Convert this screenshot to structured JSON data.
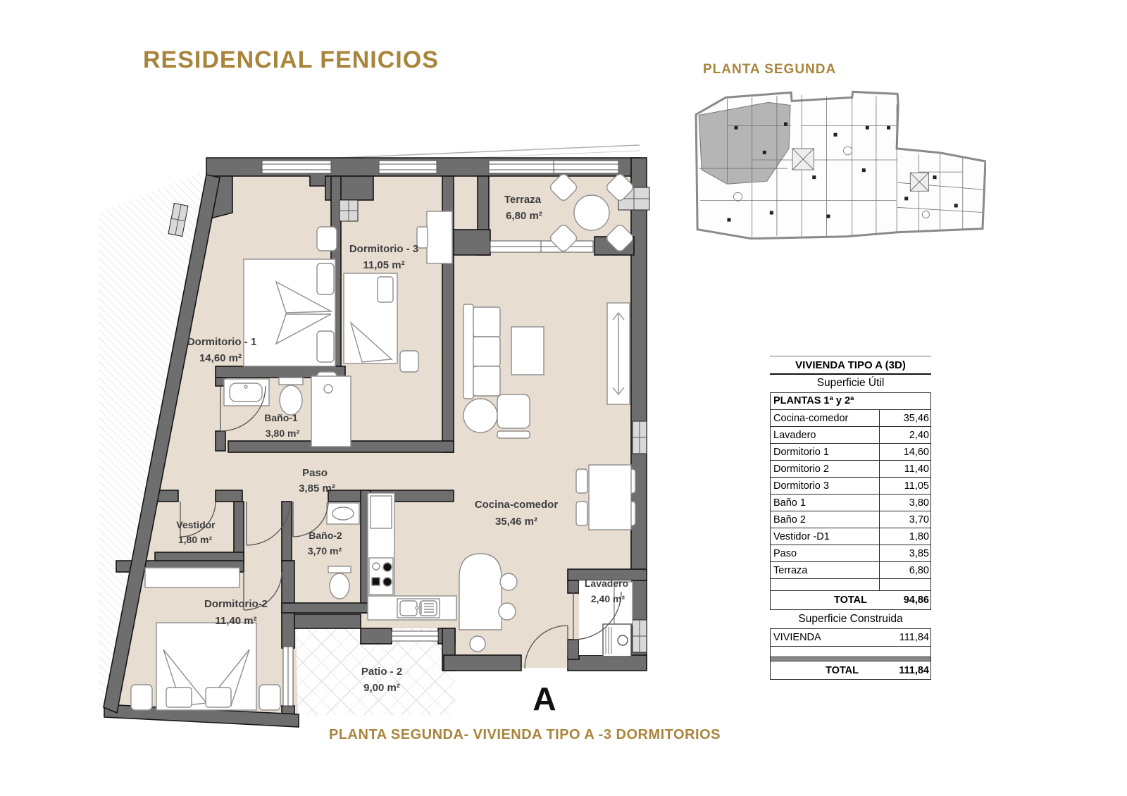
{
  "page": {
    "title": "RESIDENCIAL FENICIOS",
    "plan_label": "PLANTA SEGUNDA",
    "caption": "PLANTA SEGUNDA- VIVIENDA TIPO A -3 DORMITORIOS",
    "entrance_marker": "A",
    "accent_color": "#a9853c"
  },
  "floorplan": {
    "rooms": [
      {
        "id": "terraza",
        "name": "Terraza",
        "area": "6,80 m²"
      },
      {
        "id": "dormitorio-3",
        "name": "Dormitorio - 3",
        "area": "11,05 m²"
      },
      {
        "id": "dormitorio-1",
        "name": "Dormitorio - 1",
        "area": "14,60 m²"
      },
      {
        "id": "bano-1",
        "name": "Baño-1",
        "area": "3,80 m²"
      },
      {
        "id": "paso",
        "name": "Paso",
        "area": "3,85 m²"
      },
      {
        "id": "vestidor",
        "name": "Vestidor",
        "area": "1,80 m²"
      },
      {
        "id": "bano-2",
        "name": "Baño-2",
        "area": "3,70 m²"
      },
      {
        "id": "dormitorio-2",
        "name": "Dormitorio-2",
        "area": "11,40 m²"
      },
      {
        "id": "cocina-comedor",
        "name": "Cocina-comedor",
        "area": "35,46 m²"
      },
      {
        "id": "lavadero",
        "name": "Lavadero",
        "area": "2,40 m²"
      },
      {
        "id": "patio-2",
        "name": "Patio - 2",
        "area": "9,00 m²"
      }
    ]
  },
  "area_table": {
    "title": "VIVIENDA TIPO A (3D)",
    "subtitle": "Superficie Útil",
    "group_header": "PLANTAS  1ª  y  2ª",
    "rows": [
      [
        "Cocina-comedor",
        "35,46"
      ],
      [
        "Lavadero",
        "2,40"
      ],
      [
        "Dormitorio 1",
        "14,60"
      ],
      [
        "Dormitorio 2",
        "11,40"
      ],
      [
        "Dormitorio 3",
        "11,05"
      ],
      [
        "Baño 1",
        "3,80"
      ],
      [
        "Baño 2",
        "3,70"
      ],
      [
        "Vestidor -D1",
        "1,80"
      ],
      [
        "Paso",
        "3,85"
      ],
      [
        "Terraza",
        "6,80"
      ]
    ],
    "total_label": "TOTAL",
    "total_value": "94,86",
    "built_title": "Superficie Construida",
    "built_row_label": "VIVIENDA",
    "built_row_value": "111,84",
    "built_total_label": "TOTAL",
    "built_total_value": "111,84"
  }
}
